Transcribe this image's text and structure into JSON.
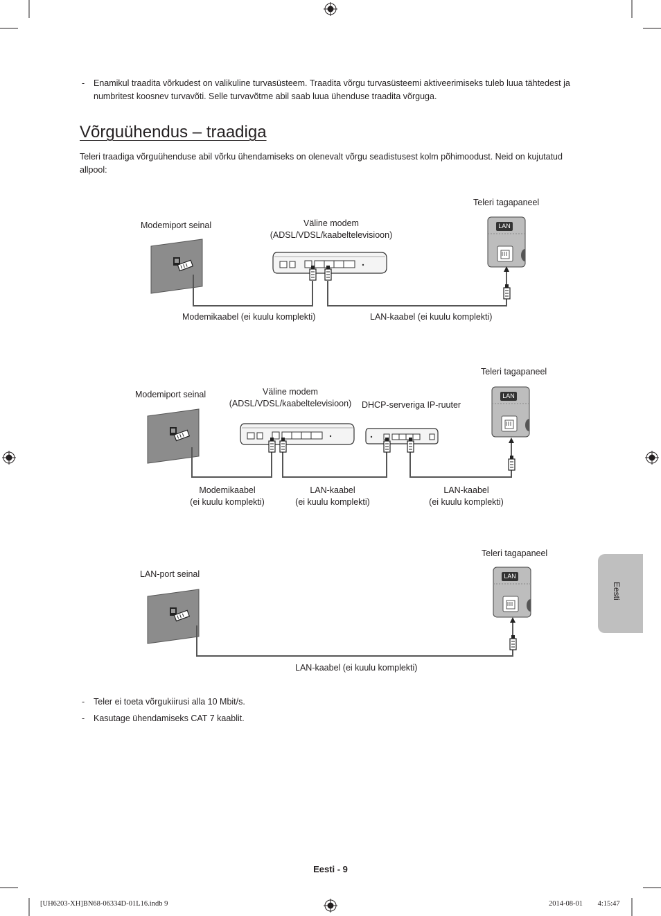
{
  "intro_bullet": {
    "dash": "-",
    "text": "Enamikul traadita võrkudest on valikuline turvasüsteem. Traadita võrgu turvasüsteemi aktiveerimiseks tuleb luua tähtedest ja numbritest koosnev turvavõti. Selle turvavõtme abil saab luua ühenduse traadita võrguga."
  },
  "section": {
    "title": "Võrguühendus – traadiga",
    "intro": "Teleri traadiga võrguühenduse abil võrku ühendamiseks on olenevalt võrgu seadistusest kolm põhimoodust. Neid on kujutatud allpool:"
  },
  "diagram1": {
    "wall_label": "Modemiport seinal",
    "modem_label_line1": "Väline modem",
    "modem_label_line2": "(ADSL/VDSL/kaabeltelevisioon)",
    "tv_label": "Teleri tagapaneel",
    "lan_badge": "LAN",
    "cable1_label": "Modemikaabel (ei kuulu komplekti)",
    "cable2_label": "LAN-kaabel (ei kuulu komplekti)"
  },
  "diagram2": {
    "wall_label": "Modemiport seinal",
    "modem_label_line1": "Väline modem",
    "modem_label_line2": "(ADSL/VDSL/kaabeltelevisioon)",
    "router_label": "DHCP-serveriga IP-ruuter",
    "tv_label": "Teleri tagapaneel",
    "lan_badge": "LAN",
    "cable1_line1": "Modemikaabel",
    "cable1_line2": "(ei kuulu komplekti)",
    "cable2_line1": "LAN-kaabel",
    "cable2_line2": "(ei kuulu komplekti)",
    "cable3_line1": "LAN-kaabel",
    "cable3_line2": "(ei kuulu komplekti)"
  },
  "diagram3": {
    "wall_label": "LAN-port seinal",
    "tv_label": "Teleri tagapaneel",
    "lan_badge": "LAN",
    "cable_label": "LAN-kaabel (ei kuulu komplekti)"
  },
  "notes": [
    {
      "dash": "-",
      "text": "Teler ei toeta võrgukiirusi alla 10 Mbit/s."
    },
    {
      "dash": "-",
      "text": "Kasutage ühendamiseks CAT 7 kaablit."
    }
  ],
  "side_tab": "Eesti",
  "page_number": "Eesti - 9",
  "imprint_left": "[UH6203-XH]BN68-06334D-01L16.indb   9",
  "imprint_right": "2014-08-01   ￿￿ 4:15:47"
}
